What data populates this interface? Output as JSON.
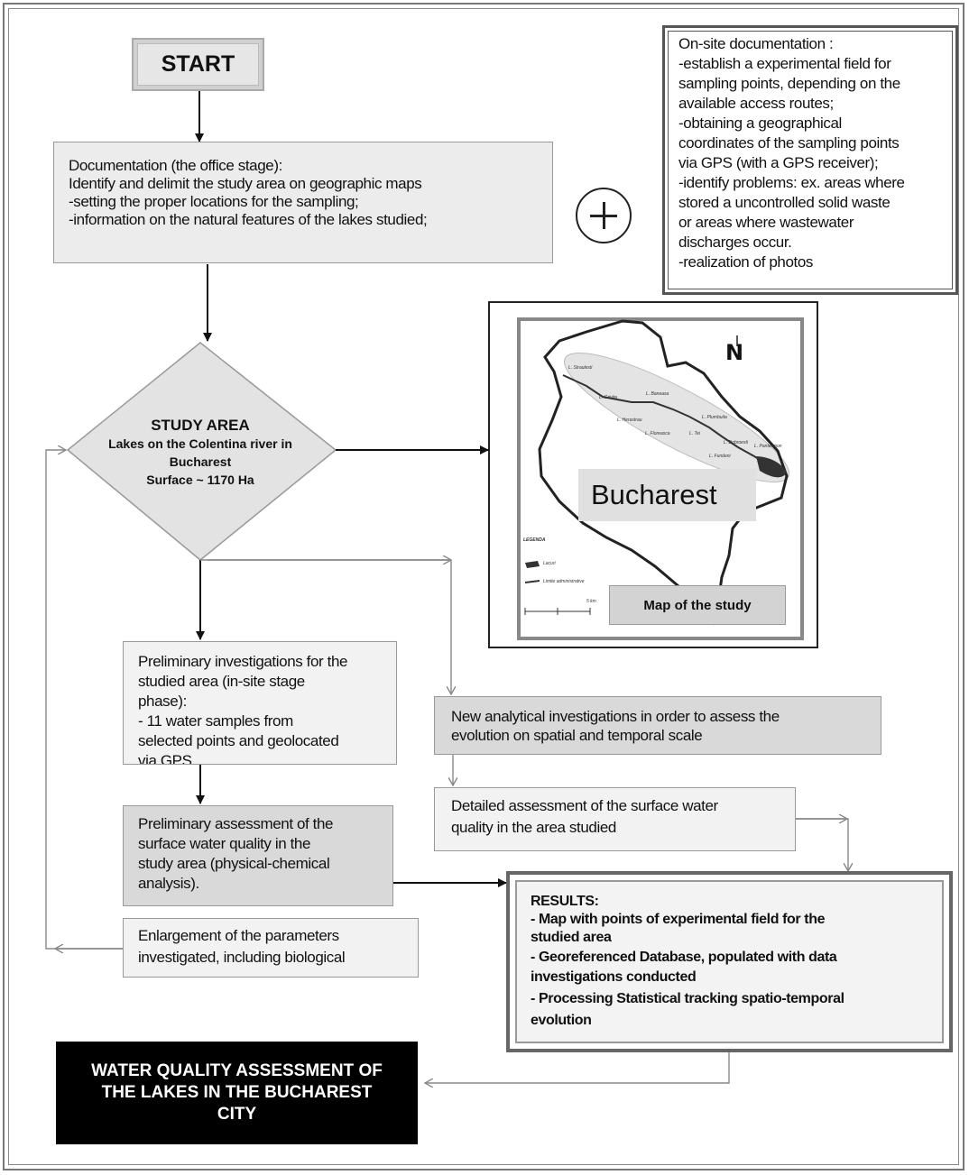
{
  "start": {
    "label": "START"
  },
  "office_stage": {
    "lines": [
      "Documentation (the office stage):",
      "Identify and delimit the study area on geographic maps",
      "-setting the proper  locations for the sampling;",
      "-information on the natural features of the lakes studied;"
    ]
  },
  "onsite": {
    "lines": [
      "On-site documentation :",
      "-establish a experimental field for",
      "sampling points, depending on the",
      "available access routes;",
      "-obtaining a geographical",
      "coordinates of the sampling points",
      "via GPS (with a GPS receiver);",
      "-identify problems: ex. areas where",
      "stored a uncontrolled solid waste",
      "or areas where wastewater",
      "discharges occur.",
      "-realization of photos"
    ]
  },
  "study_area": {
    "title": "STUDY AREA",
    "line1": "Lakes on the Colentina river in",
    "line2": "Bucharest",
    "line3": "Surface ~ 1170 Ha"
  },
  "map": {
    "city_label": "Bucharest",
    "caption": "Map of the study",
    "north": "N",
    "lake_labels": [
      "L. Straulesti",
      "L. Grivita",
      "L. Baneasa",
      "L. Herastrau",
      "L. Floreasca",
      "L. Tei",
      "L. Plumbuita",
      "L. Fundeni",
      "L. Pantelimon",
      "L. Dobroesti"
    ],
    "legend": [
      "LEGENDA",
      "Lacuri",
      "Limite administrative"
    ],
    "scale": "5 km"
  },
  "preliminary_investigations": {
    "lines": [
      "Preliminary investigations for the",
      "studied area (in-site stage",
      "phase):",
      "- 11 water samples from",
      "selected points and geolocated",
      "via GPS"
    ]
  },
  "new_investigations": {
    "lines": [
      "New analytical investigations in order to assess the",
      "evolution on spatial and temporal scale"
    ]
  },
  "detailed_assessment": {
    "lines": [
      "Detailed assessment of  the surface water",
      "quality in the area studied"
    ]
  },
  "preliminary_assessment": {
    "lines": [
      "Preliminary assessment of the",
      "surface water quality in the",
      "study area (physical-chemical",
      "analysis)."
    ]
  },
  "enlargement": {
    "lines": [
      "Enlargement of  the parameters",
      "investigated, including biological"
    ]
  },
  "results": {
    "lines": [
      "RESULTS:",
      "- Map with points of experimental field for the",
      "studied area",
      "- Georeferenced Database, populated with data",
      "investigations conducted",
      "- Processing Statistical tracking spatio-temporal",
      "evolution"
    ]
  },
  "final": {
    "lines": [
      "WATER QUALITY  ASSESSMENT OF",
      "THE LAKES IN THE  BUCHAREST",
      "CITY"
    ]
  }
}
